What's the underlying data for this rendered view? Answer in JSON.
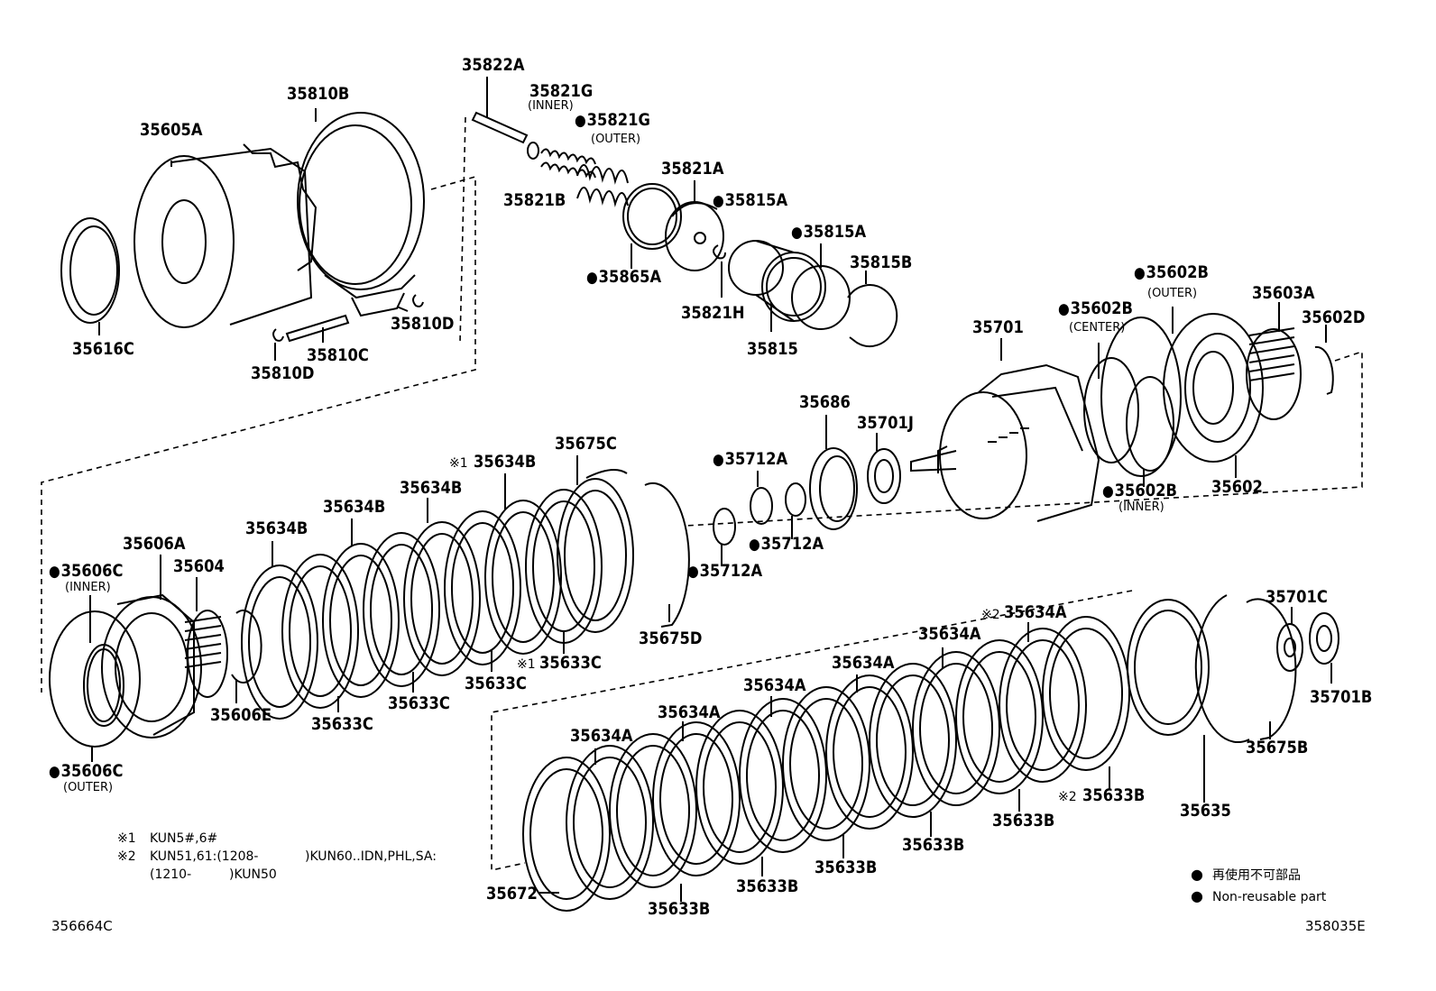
{
  "labels": {
    "p35822A": "35822A",
    "p35810B": "35810B",
    "p35821G_inner": "35821G",
    "inner1": "(INNER)",
    "p35821G_outer": "35821G",
    "outer1": "(OUTER)",
    "p35605A": "35605A",
    "p35821A": "35821A",
    "p35821B": "35821B",
    "p35815A_a": "35815A",
    "p35815A_b": "35815A",
    "p35815B": "35815B",
    "p35865A": "35865A",
    "p35821H": "35821H",
    "p35602B_outer": "35602B",
    "outer2": "(OUTER)",
    "p35603A": "35603A",
    "p35616C": "35616C",
    "p35810C": "35810C",
    "p35810D_a": "35810D",
    "p35810D_b": "35810D",
    "p35815": "35815",
    "p35701": "35701",
    "p35602B_center": "35602B",
    "center": "(CENTER)",
    "p35602D": "35602D",
    "p35686": "35686",
    "p35701J": "35701J",
    "p35675C": "35675C",
    "p35634B_1": "35634B",
    "mark1_a": "※1",
    "p35634B_2": "35634B",
    "p35634B_3": "35634B",
    "p35634B_4": "35634B",
    "p35712A_a": "35712A",
    "p35712A_b": "35712A",
    "p35712A_c": "35712A",
    "p35602": "35602",
    "p35602B_inner": "35602B",
    "inner2": "(INNER)",
    "p35606A": "35606A",
    "p35604": "35604",
    "p35606C_inner": "35606C",
    "inner3": "(INNER)",
    "p35675D": "35675D",
    "p35633C_1": "35633C",
    "mark1_b": "※1",
    "p35633C_2": "35633C",
    "p35633C_3": "35633C",
    "p35633C_4": "35633C",
    "p35606E": "35606E",
    "p35606C_outer": "35606C",
    "outer3": "(OUTER)",
    "p35701C": "35701C",
    "p35634A_1": "35634A",
    "mark2_a": "※2",
    "p35634A_2": "35634A",
    "p35634A_3": "35634A",
    "p35634A_4": "35634A",
    "p35634A_5": "35634A",
    "p35634A_6": "35634A",
    "p35701B": "35701B",
    "p35675B": "35675B",
    "p35633B_1": "35633B",
    "mark2_b": "※2",
    "p35633B_2": "35633B",
    "p35633B_3": "35633B",
    "p35633B_4": "35633B",
    "p35633B_5": "35633B",
    "p35633B_6": "35633B",
    "p35635": "35635",
    "p35672": "35672"
  },
  "notes": {
    "note1_mark": "※1",
    "note1_text": "KUN5#,6#",
    "note2_mark": "※2",
    "note2_text": "KUN51,61:(1208-",
    "note2_text_b": ")KUN60..IDN,PHL,SA:",
    "note3_text": "(1210-",
    "note3_text_b": ")KUN50"
  },
  "legend": {
    "jp": "再使用不可部品",
    "en": "Non-reusable part"
  },
  "codes": {
    "left": "356664C",
    "right": "358035E"
  }
}
